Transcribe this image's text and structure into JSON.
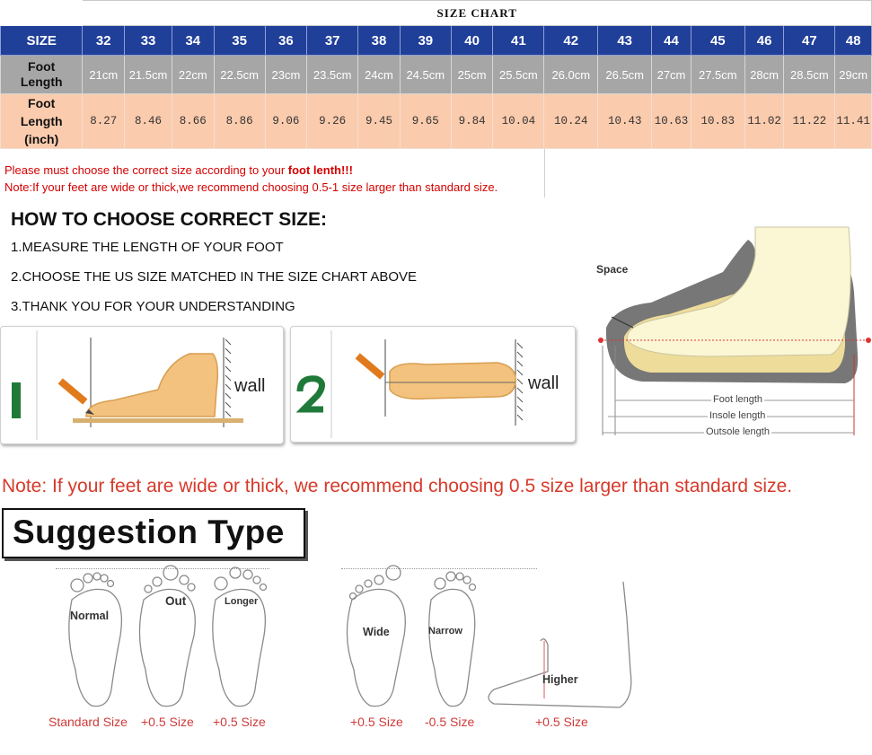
{
  "size_chart": {
    "title": "SIZE CHART",
    "header_label": "SIZE",
    "cm_label": [
      "Foot",
      "Length"
    ],
    "inch_label": [
      "Foot",
      "Length",
      "(inch)"
    ],
    "sizes": [
      "32",
      "33",
      "34",
      "35",
      "36",
      "37",
      "38",
      "39",
      "40",
      "41",
      "42",
      "43",
      "44",
      "45",
      "46",
      "47",
      "48"
    ],
    "cm": [
      "21cm",
      "21.5cm",
      "22cm",
      "22.5cm",
      "23cm",
      "23.5cm",
      "24cm",
      "24.5cm",
      "25cm",
      "25.5cm",
      "26.0cm",
      "26.5cm",
      "27cm",
      "27.5cm",
      "28cm",
      "28.5cm",
      "29cm"
    ],
    "inch": [
      "8.27",
      "8.46",
      "8.66",
      "8.86",
      "9.06",
      "9.26",
      "9.45",
      "9.65",
      "9.84",
      "10.04",
      "10.24",
      "10.43",
      "10.63",
      "10.83",
      "11.02",
      "11.22",
      "11.41"
    ]
  },
  "warnings": {
    "line1_prefix": "Please must choose the correct size according to your ",
    "line1_bold": "foot lenth!!!",
    "line2": "Note:If your feet are wide or thick,we recommend choosing 0.5-1 size larger than standard size."
  },
  "how_to": {
    "title": "HOW TO CHOOSE CORRECT SIZE:",
    "steps": [
      "1.MEASURE THE LENGTH OF YOUR FOOT",
      "2.CHOOSE THE US SIZE MATCHED IN THE SIZE CHART ABOVE",
      "3.THANK YOU FOR YOUR UNDERSTANDING"
    ],
    "panel1": {
      "number": "1",
      "wall": "wall"
    },
    "panel2": {
      "number": "2",
      "wall": "wall"
    }
  },
  "shoe_diagram": {
    "space": "Space",
    "foot_length": "Foot length",
    "insole_length": "Insole length",
    "outsole_length": "Outsole length"
  },
  "note_big": "Note: If your feet are wide or thick, we recommend choosing 0.5 size larger than standard size.",
  "suggestion": {
    "title": "Suggestion Type",
    "feet": [
      {
        "tag": "Normal",
        "caption": "Standard Size"
      },
      {
        "tag": "Out",
        "caption": "+0.5 Size"
      },
      {
        "tag": "Longer",
        "caption": "+0.5 Size"
      },
      {
        "tag": "Wide",
        "caption": "+0.5 Size"
      },
      {
        "tag": "Narrow",
        "caption": "-0.5 Size"
      },
      {
        "tag": "Higher",
        "caption": "+0.5 Size"
      }
    ]
  },
  "colors": {
    "header_blue": "#203f99",
    "cm_gray": "#a6a6a6",
    "inch_peach": "#fbcbad",
    "note_red": "#d40000",
    "caption_red": "#d03a3a",
    "foot_skin": "#f3c27e",
    "step_green": "#1f7a3a"
  }
}
